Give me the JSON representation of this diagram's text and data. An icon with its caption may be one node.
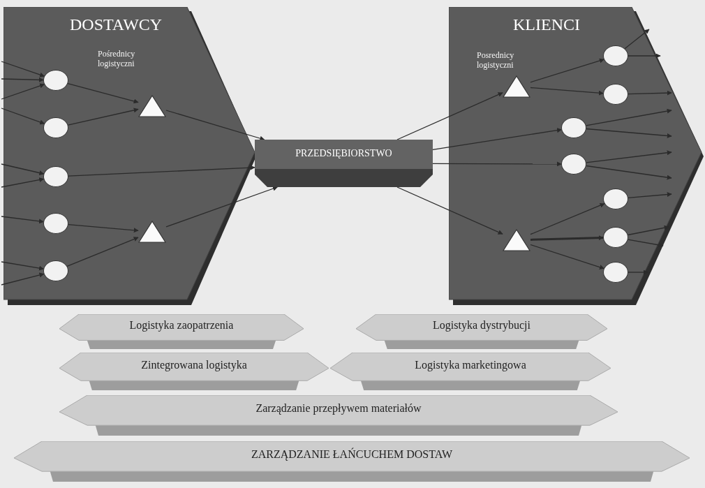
{
  "diagram": {
    "nodes": [
      {
        "text": [
          "DOSTAWCY",
          "Pośrednicy logistyczni"
        ]
      },
      {
        "text": [],
        "shape": "circle",
        "in": 0
      },
      {
        "text": [],
        "shape": "circle",
        "in": 0
      },
      {
        "text": [],
        "shape": "circle",
        "in": 0
      },
      {
        "text": [],
        "shape": "circle",
        "in": 0
      },
      {
        "text": [],
        "shape": "circle",
        "in": 0
      },
      {
        "text": [],
        "shape": "triangle",
        "in": 0
      },
      {
        "text": [],
        "shape": "triangle",
        "in": 0
      },
      {
        "text": [
          "PRZEDSIĘBIORSTWO"
        ]
      },
      {
        "text": [
          "KLIENCI",
          "Posrednicy logistyczni"
        ]
      },
      {
        "text": [],
        "shape": "triangle",
        "in": 9
      },
      {
        "text": [],
        "shape": "triangle",
        "in": 9
      },
      {
        "text": [],
        "shape": "circle",
        "in": 9
      },
      {
        "text": [],
        "shape": "circle",
        "in": 9
      },
      {
        "text": [],
        "shape": "circle",
        "in": 9
      },
      {
        "text": [],
        "shape": "circle",
        "in": 9
      },
      {
        "text": [],
        "shape": "circle",
        "in": 9
      },
      {
        "text": [],
        "shape": "circle",
        "in": 9
      },
      {
        "text": [],
        "shape": "circle",
        "in": 9
      },
      {
        "text": [
          "Logistyka zaopatrzenia"
        ]
      },
      {
        "text": [
          "Logistyka dystrybucji"
        ]
      },
      {
        "text": [
          "Zintegrowana logistyka"
        ]
      },
      {
        "text": [
          "Logistyka marketingowa"
        ]
      },
      {
        "text": [
          "Zarządzanie przepływem materiałów"
        ]
      },
      {
        "text": [
          "ZARZĄDZANIE ŁAŃCUCHEM DOSTAW"
        ]
      }
    ],
    "edges": [
      {
        "from": null,
        "to": 1,
        "arrow": "to"
      },
      {
        "from": null,
        "to": 1,
        "arrow": "to"
      },
      {
        "from": null,
        "to": 1,
        "arrow": "to"
      },
      {
        "from": null,
        "to": 2,
        "arrow": "to"
      },
      {
        "from": null,
        "to": 3,
        "arrow": "to"
      },
      {
        "from": null,
        "to": 3,
        "arrow": "to"
      },
      {
        "from": null,
        "to": 4,
        "arrow": "to"
      },
      {
        "from": null,
        "to": 5,
        "arrow": "to"
      },
      {
        "from": null,
        "to": 5,
        "arrow": "to"
      },
      {
        "from": 1,
        "to": 6,
        "arrow": "to"
      },
      {
        "from": 2,
        "to": 6,
        "arrow": "to"
      },
      {
        "from": 6,
        "to": 8,
        "arrow": "to"
      },
      {
        "from": 3,
        "to": 8,
        "arrow": "to"
      },
      {
        "from": 4,
        "to": 7,
        "arrow": "to"
      },
      {
        "from": 5,
        "to": 7,
        "arrow": "to"
      },
      {
        "from": 7,
        "to": 8,
        "arrow": "to"
      },
      {
        "from": 8,
        "to": 10,
        "arrow": "to"
      },
      {
        "from": 8,
        "to": 14,
        "arrow": "to"
      },
      {
        "from": 8,
        "to": 15,
        "arrow": "to"
      },
      {
        "from": 8,
        "to": 11,
        "arrow": "to"
      },
      {
        "from": 10,
        "to": 12,
        "arrow": "to"
      },
      {
        "from": 10,
        "to": 13,
        "arrow": "to"
      },
      {
        "from": 11,
        "to": 16,
        "arrow": "to"
      },
      {
        "from": 11,
        "to": 17,
        "arrow": "to",
        "style": "thick"
      },
      {
        "from": 11,
        "to": 18,
        "arrow": "to"
      },
      {
        "from": 12,
        "to": null,
        "arrow": "to"
      },
      {
        "from": 12,
        "to": null,
        "arrow": "to"
      },
      {
        "from": 13,
        "to": null,
        "arrow": "to"
      },
      {
        "from": 14,
        "to": null,
        "arrow": "to"
      },
      {
        "from": 14,
        "to": null,
        "arrow": "to"
      },
      {
        "from": 15,
        "to": null,
        "arrow": "to"
      },
      {
        "from": 15,
        "to": null,
        "arrow": "to"
      },
      {
        "from": 16,
        "to": null,
        "arrow": "to"
      },
      {
        "from": 17,
        "to": null,
        "arrow": "to"
      },
      {
        "from": 17,
        "to": null,
        "arrow": "to"
      },
      {
        "from": 18,
        "to": null,
        "arrow": "to"
      }
    ]
  }
}
